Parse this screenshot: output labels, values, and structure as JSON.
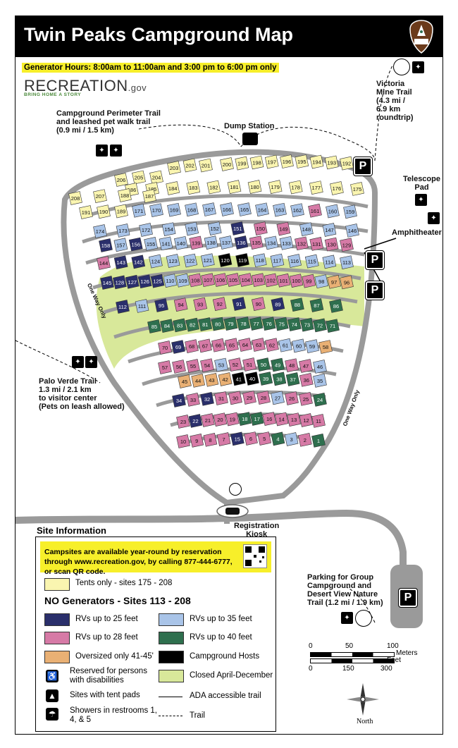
{
  "title": "Twin Peaks Campground Map",
  "generator_hours": "Generator Hours: 8:00am to 11:00am and 3:00 pm to 6:00 pm only",
  "recreation_logo": {
    "brand": "RECREATION",
    "suffix": ".gov",
    "tagline": "BRING HOME A STORY"
  },
  "map_labels": {
    "perimeter_trail": [
      "Campground Perimeter Trail",
      "and leashed pet walk trail",
      "(0.9 mi / 1.5 km)"
    ],
    "dump_station": "Dump Station",
    "victoria_trail": [
      "Victoria",
      "Mine Trail",
      "(4.3 mi /",
      "6.9 km",
      "roundtrip)"
    ],
    "telescope_pad": [
      "Telescope",
      "Pad"
    ],
    "amphitheater": "Amphitheater",
    "palo_verde": [
      "Palo Verde Trail",
      "1.3 mi / 2.1 km",
      "to visitor center",
      "(Pets on leash allowed)"
    ],
    "registration": [
      "Registration",
      "Kiosk"
    ],
    "parking_group": [
      "Parking for Group",
      "Campground and",
      "Desert View Nature",
      "Trail (1.2 mi / 1.9 km)"
    ],
    "one_way_left": "One Way Only",
    "one_way_right": "One Way Only",
    "parking_symbol": "P"
  },
  "site_numbers": {
    "row1": [
      "200",
      "199",
      "198",
      "197",
      "196",
      "195",
      "194",
      "193",
      "192"
    ],
    "row1_left": [
      "203",
      "202",
      "201"
    ],
    "row2": [
      "206",
      "205",
      "204"
    ],
    "row3": [
      "186",
      "185",
      "184",
      "183",
      "182",
      "181",
      "180",
      "179",
      "178",
      "177",
      "176",
      "175"
    ],
    "row3_left": [
      "208",
      "207",
      "188",
      "187"
    ],
    "row4": [
      "191",
      "190",
      "189",
      "171",
      "170",
      "169",
      "168",
      "167",
      "166",
      "165",
      "164",
      "163",
      "162",
      "161",
      "160",
      "159"
    ],
    "row5": [
      "174",
      "173",
      "172",
      "154",
      "153",
      "152",
      "151",
      "150",
      "149",
      "148",
      "147",
      "146"
    ],
    "row6": [
      "158",
      "157",
      "156",
      "155",
      "141",
      "140",
      "139",
      "138",
      "137",
      "136",
      "135",
      "134",
      "133",
      "132",
      "131",
      "130",
      "129"
    ],
    "row7": [
      "144",
      "143",
      "142",
      "124",
      "123",
      "122",
      "121",
      "120",
      "119",
      "118",
      "117",
      "116",
      "115",
      "114",
      "113"
    ],
    "row8": [
      "145",
      "128",
      "127",
      "126",
      "125",
      "110",
      "109",
      "108",
      "107",
      "106",
      "105",
      "104",
      "103",
      "102",
      "101",
      "100",
      "99",
      "98",
      "97",
      "96"
    ],
    "row9": [
      "112",
      "111",
      "95",
      "94",
      "93",
      "92",
      "91",
      "90",
      "89",
      "88",
      "87",
      "86"
    ],
    "row10": [
      "85",
      "84",
      "83",
      "82",
      "81",
      "80",
      "79",
      "78",
      "77",
      "76",
      "75",
      "74",
      "73",
      "72",
      "71"
    ],
    "row11": [
      "70",
      "69",
      "68",
      "67",
      "66",
      "65",
      "64",
      "63",
      "62",
      "61",
      "60",
      "59",
      "58"
    ],
    "row12": [
      "57",
      "56",
      "55",
      "54",
      "53",
      "52",
      "51",
      "50",
      "49",
      "48",
      "47",
      "46"
    ],
    "row13": [
      "45",
      "44",
      "43",
      "42",
      "41",
      "40",
      "39",
      "38",
      "37",
      "36",
      "35"
    ],
    "row14": [
      "34",
      "33",
      "32",
      "31",
      "30",
      "29",
      "28",
      "27",
      "26",
      "25",
      "24"
    ],
    "row15": [
      "23",
      "22",
      "21",
      "20",
      "19",
      "18",
      "17",
      "16",
      "14",
      "13",
      "12",
      "11",
      "10",
      "9",
      "8",
      "7",
      "15",
      "6",
      "5",
      "4",
      "3",
      "2",
      "1"
    ]
  },
  "legend": {
    "title": "Site Information",
    "notice": "Campsites are available year-round by reservation through www.recreation.gov, by calling 877-444-6777, or scan QR code.",
    "tents_only": "Tents only - sites 175 - 208",
    "no_generators": "NO Generators - Sites 113 - 208",
    "rv25": "RVs up to 25 feet",
    "rv35": "RVs up to 35 feet",
    "rv28": "RVs up to 28 feet",
    "rv40": "RVs up to 40 feet",
    "oversized": "Oversized only 41-45'",
    "hosts": "Campground Hosts",
    "ada": "Reserved for persons with disabilities",
    "closed": "Closed April-December",
    "tent_pads": "Sites with tent pads",
    "ada_trail": "ADA accessible trail",
    "showers": "Showers in restrooms 1, 4, & 5",
    "trail": "Trail"
  },
  "scale": {
    "meters_label": "Meters",
    "feet_label": "Feet",
    "meters_ticks": [
      "0",
      "50",
      "100"
    ],
    "feet_ticks": [
      "0",
      "150",
      "300"
    ],
    "north": "North"
  },
  "colors": {
    "tent": "#faf5b0",
    "rv25": "#2a2f6b",
    "rv35": "#a9c4e8",
    "rv28": "#d67aa6",
    "rv40": "#2e6f4e",
    "oversized": "#e9b074",
    "host": "#000000",
    "closed": "#d8e89a",
    "road": "#9a9a9a",
    "notice": "#f7ef2a"
  }
}
